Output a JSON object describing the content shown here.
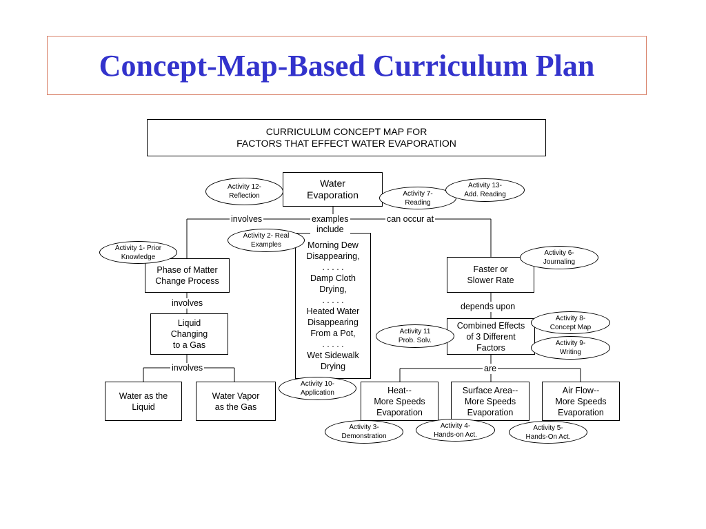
{
  "title": "Concept-Map-Based Curriculum Plan",
  "map_title": {
    "line1": "CURRICULUM CONCEPT MAP FOR",
    "line2": "FACTORS THAT EFFECT WATER EVAPORATION"
  },
  "concepts": {
    "water_evaporation": [
      "Water",
      "Evaporation"
    ],
    "phase_change": [
      "Phase of Matter",
      "Change Process"
    ],
    "liquid_gas": [
      "Liquid",
      "Changing",
      "to a Gas"
    ],
    "water_liquid": [
      "Water as the",
      "Liquid"
    ],
    "water_vapor": [
      "Water Vapor",
      "as the Gas"
    ],
    "examples": [
      "Morning Dew",
      "Disappearing,",
      ". . . . .",
      "Damp Cloth",
      "Drying,",
      ". . . . .",
      "Heated Water",
      "Disappearing",
      "From a Pot,",
      ". . . . .",
      "Wet Sidewalk",
      "Drying"
    ],
    "faster_slower": [
      "Faster or",
      "Slower Rate"
    ],
    "combined": [
      "Combined Effects",
      "of 3 Different",
      "Factors"
    ],
    "heat": [
      "Heat--",
      "More Speeds",
      "Evaporation"
    ],
    "surface": [
      "Surface Area--",
      "More Speeds",
      "Evaporation"
    ],
    "airflow": [
      "Air Flow--",
      "More Speeds",
      "Evaporation"
    ]
  },
  "links": {
    "involves_top": "involves",
    "examples_include": [
      "examples",
      "include"
    ],
    "can_occur_at": "can occur at",
    "involves_mid": "involves",
    "involves_low": "involves",
    "depends_upon": "depends upon",
    "are": "are"
  },
  "activities": {
    "a12": [
      "Activity 12-",
      "Reflection"
    ],
    "a7": [
      "Activity 7-",
      "Reading"
    ],
    "a13": [
      "Activity 13-",
      "Add. Reading"
    ],
    "a2": [
      "Activity 2- Real",
      "Examples"
    ],
    "a1": [
      "Activity 1- Prior",
      "Knowledge"
    ],
    "a6": [
      "Activity 6-",
      "Journaling"
    ],
    "a8": [
      "Activity 8-",
      "Concept Map"
    ],
    "a9": [
      "Activity 9-",
      "Writing"
    ],
    "a11": [
      "Activity 11",
      "Prob. Solv."
    ],
    "a10": [
      "Activity 10-",
      "Application"
    ],
    "a3": [
      "Activity 3-",
      "Demonstration"
    ],
    "a4": [
      "Activity 4-",
      "Hands-on Act."
    ],
    "a5": [
      "Activity 5-",
      "Hands-On Act."
    ]
  }
}
